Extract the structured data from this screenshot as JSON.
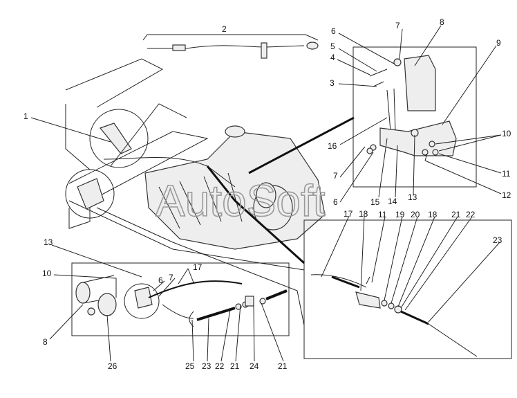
{
  "watermark": "AutoSoft",
  "callouts": {
    "top": {
      "c2": "2",
      "c1": "1"
    },
    "upper_right": {
      "c6a": "6",
      "c7a": "7",
      "c8": "8",
      "c9": "9",
      "c5": "5",
      "c4": "4",
      "c3": "3",
      "c16": "16",
      "c10": "10",
      "c11": "11",
      "c12": "12",
      "c7b": "7",
      "c6b": "6",
      "c15": "15",
      "c14": "14",
      "c13": "13"
    },
    "lower_right": {
      "c17": "17",
      "c18a": "18",
      "c11": "11",
      "c19": "19",
      "c20": "20",
      "c18b": "18",
      "c21": "21",
      "c22": "22",
      "c23": "23"
    },
    "lower_left": {
      "c13": "13",
      "c10": "10",
      "c17": "17",
      "c6": "6",
      "c7": "7",
      "c8": "8",
      "c26": "26",
      "c25": "25",
      "c23": "23",
      "c22": "22",
      "c21a": "21",
      "c24": "24",
      "c21b": "21"
    }
  }
}
